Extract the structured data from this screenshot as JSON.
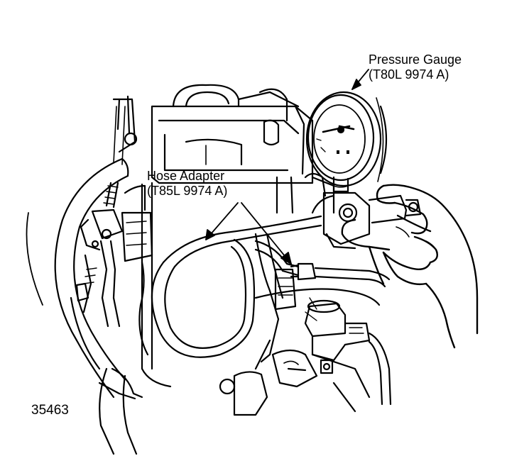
{
  "callouts": {
    "pressure_gauge": {
      "line1": "Pressure Gauge",
      "line2": "(T80L 9974 A)"
    },
    "hose_adapter": {
      "line1": "Hose Adapter",
      "line2": "(T85L 9974 A)"
    }
  },
  "figure_number": "35463",
  "colors": {
    "ink": "#000000",
    "paper": "#ffffff"
  }
}
